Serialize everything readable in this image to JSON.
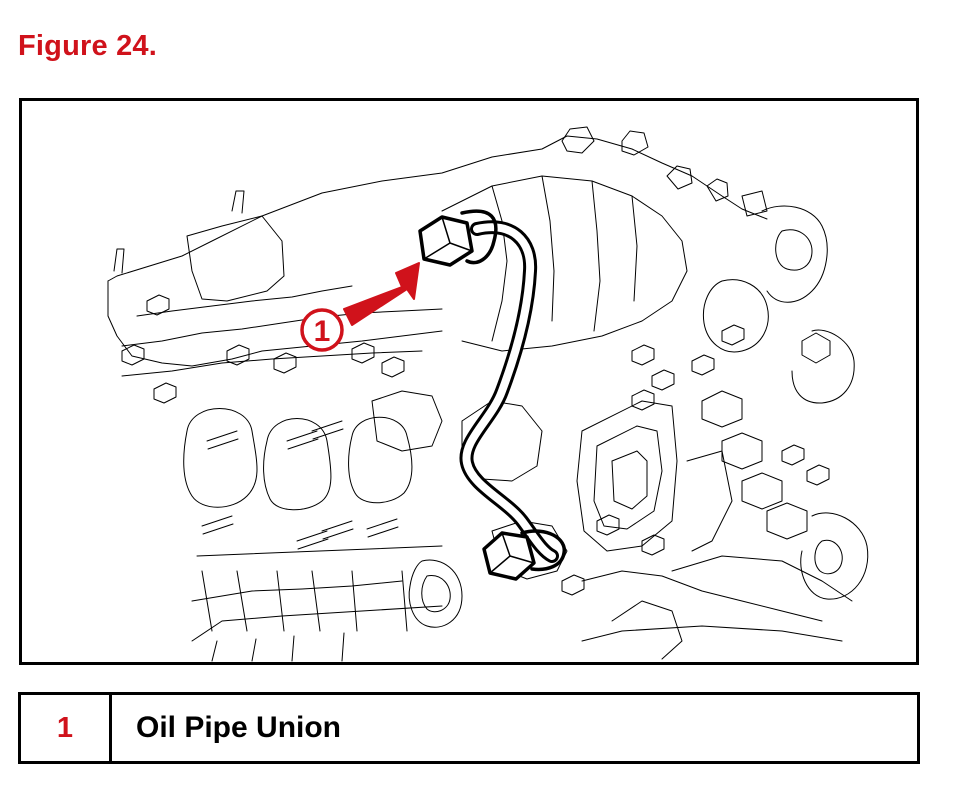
{
  "figure": {
    "title": "Figure 24."
  },
  "callout": {
    "number": "1"
  },
  "legend": {
    "rows": [
      {
        "number": "1",
        "label": "Oil Pipe Union"
      }
    ]
  },
  "colors": {
    "accent": "#d0121b",
    "line": "#000000",
    "background": "#ffffff"
  },
  "icons": {
    "callout_arrow": "arrow-icon",
    "callout_marker": "circle-number-icon"
  }
}
